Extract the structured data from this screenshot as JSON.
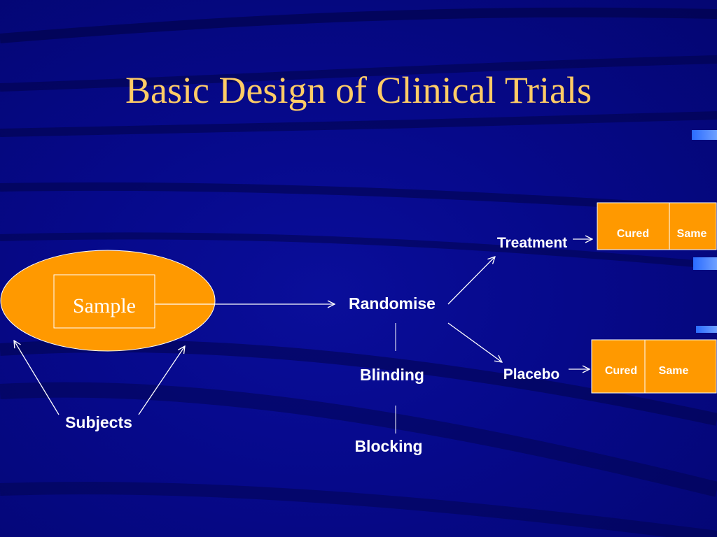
{
  "slide": {
    "title": "Basic Design of Clinical Trials"
  },
  "diagram": {
    "sample_label": "Sample",
    "subjects_label": "Subjects",
    "randomise_label": "Randomise",
    "blinding_label": "Blinding",
    "blocking_label": "Blocking",
    "treatment_label": "Treatment",
    "placebo_label": "Placebo",
    "treatment_outcomes": {
      "cured": "Cured",
      "same": "Same"
    },
    "placebo_outcomes": {
      "cured": "Cured",
      "same": "Same"
    }
  },
  "colors": {
    "background": "#06098a",
    "title": "#ffcc66",
    "accent_orange": "#ff9900",
    "text": "#ffffff"
  }
}
